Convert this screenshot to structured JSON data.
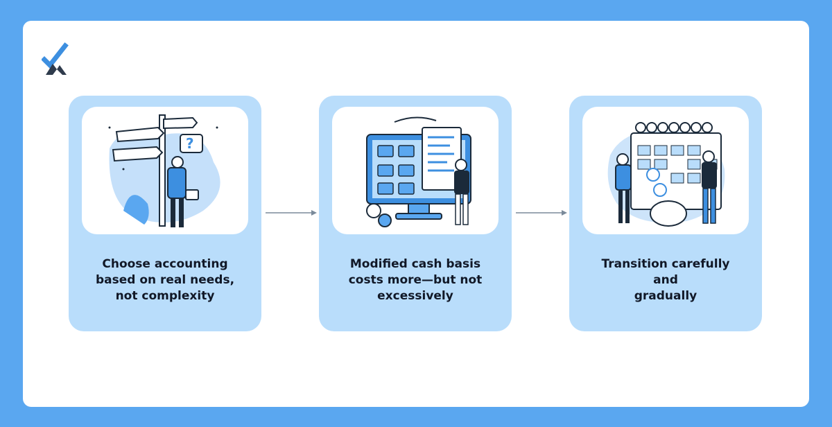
{
  "brand": {
    "logo_icon": "check-x-logo-icon",
    "colors": {
      "frame": "#5aa7f0",
      "card": "#b9ddfb",
      "accent": "#3d8fe0",
      "dark": "#1b2a3a"
    }
  },
  "steps": [
    {
      "illustration_icon": "crossroads-signpost-illustration-icon",
      "caption_lines": [
        "Choose accounting",
        "based on real needs,",
        "not complexity"
      ]
    },
    {
      "illustration_icon": "monitor-documents-illustration-icon",
      "caption_lines": [
        "Modified cash basis",
        "costs more—but not",
        "excessively"
      ]
    },
    {
      "illustration_icon": "calendar-savings-illustration-icon",
      "caption_lines": [
        "Transition carefully",
        "and",
        "gradually"
      ]
    }
  ],
  "connectors": [
    "arrow-right-icon",
    "arrow-right-icon"
  ]
}
